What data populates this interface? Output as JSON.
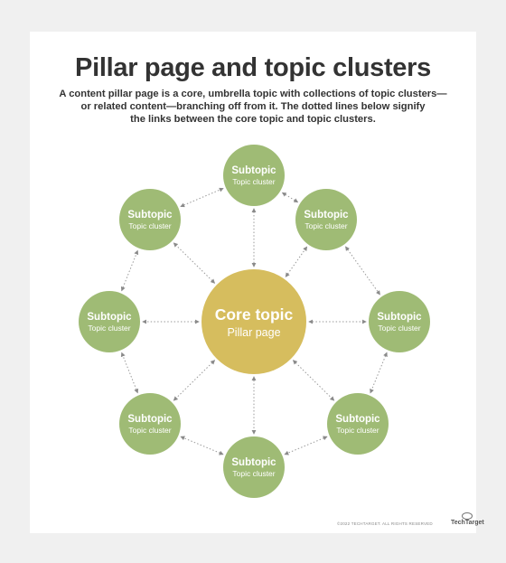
{
  "title": "Pillar page and topic clusters",
  "description_lines": [
    "A content pillar page is a core, umbrella topic with collections of topic clusters—",
    "or related content—branching off from it. The dotted lines below signify",
    "the links between the core topic and topic clusters."
  ],
  "core": {
    "title": "Core topic",
    "subtitle": "Pillar page"
  },
  "subtopics": [
    {
      "title": "Subtopic",
      "subtitle": "Topic cluster"
    },
    {
      "title": "Subtopic",
      "subtitle": "Topic cluster"
    },
    {
      "title": "Subtopic",
      "subtitle": "Topic cluster"
    },
    {
      "title": "Subtopic",
      "subtitle": "Topic cluster"
    },
    {
      "title": "Subtopic",
      "subtitle": "Topic cluster"
    },
    {
      "title": "Subtopic",
      "subtitle": "Topic cluster"
    },
    {
      "title": "Subtopic",
      "subtitle": "Topic cluster"
    },
    {
      "title": "Subtopic",
      "subtitle": "Topic cluster"
    }
  ],
  "colors": {
    "core": "#d6bd5e",
    "subtopic": "#9fbb75",
    "connector": "#9a9a9a"
  },
  "footer": {
    "legal": "©2022 TECHTARGET. ALL RIGHTS RESERVED",
    "brand": "TechTarget"
  }
}
